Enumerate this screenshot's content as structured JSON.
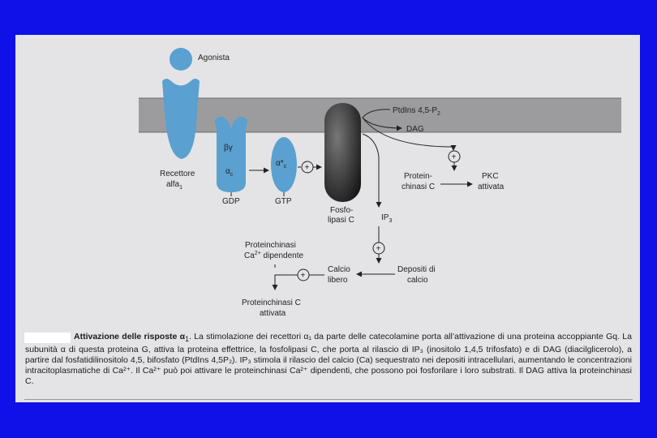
{
  "colors": {
    "background": "#1010e8",
    "page": "#e4e4e6",
    "membrane": "#9c9c9e",
    "protein": "#5aa0d0",
    "enzyme": "#2a2a2a"
  },
  "diagram": {
    "agonist": "Agonista",
    "receptor": [
      "Recettore",
      "alfa",
      "1"
    ],
    "g_beta_gamma": "βγ",
    "g_alpha": [
      "α",
      "c"
    ],
    "g_alpha_active": [
      "α*",
      "c"
    ],
    "gdp": "GDP",
    "gtp": "GTP",
    "plc": [
      "Fosfo-",
      "lipasi C"
    ],
    "pip2": [
      "PtdIns 4,5-P",
      "2"
    ],
    "dag": "DAG",
    "ip3": [
      "IP",
      "3"
    ],
    "pk_c": [
      "Protein-",
      "chinasi C"
    ],
    "pkc_active": [
      "PKC",
      "attivata"
    ],
    "ca_stores": [
      "Depositi di",
      "calcio"
    ],
    "free_ca": [
      "Calcio",
      "libero"
    ],
    "ca_pk": [
      "Proteinchinasi",
      "Ca",
      "2+",
      " dipendente"
    ],
    "ca_pk_active": [
      "Proteinchinasi C",
      "attivata"
    ],
    "plus": "+"
  },
  "caption": {
    "lead": "Attivazione delle risposte α",
    "lead_sub": "1",
    "lines": [
      ". La stimolazione dei recettori α₁ da parte delle catecolamine porta all’attivazione di una proteina accoppiante Gq. La subunità α di questa proteina G, attiva la proteina effettrice, la fosfolipasi C, che porta al rilascio di IP₃ (inositolo 1,4,5 trifosfato) e di DAG (diacilglicerolo), a partire dal fosfatidilinositolo 4,5, bifosfato (PtdIns 4,5P₂). IP₃ stimola il rilascio del calcio (Ca) sequestrato nei depositi intracellulari, aumentando le concentrazioni intracitoplasmatiche di Ca²⁺. Il Ca²⁺ può poi attivare le proteinchinasi Ca²⁺ dipendenti, che possono poi fosforilare i loro substrati. Il DAG attiva la proteinchinasi C."
    ]
  }
}
